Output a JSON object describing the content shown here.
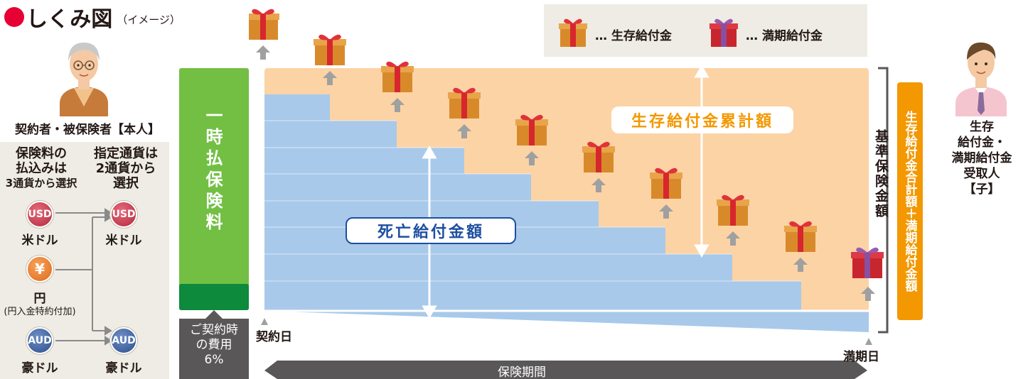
{
  "title": {
    "main": "しくみ図",
    "sub": "（イメージ）"
  },
  "contractor": {
    "label": "契約者・被保険者【本人】",
    "premium_note_lines": [
      "保険料の",
      "払込みは",
      "3通貨から選択"
    ],
    "currency_note_lines": [
      "指定通貨は",
      "2通貨から",
      "選択"
    ]
  },
  "currencies": {
    "usd_code": "USD",
    "usd_name": "米ドル",
    "jpy_symbol": "¥",
    "jpy_name": "円",
    "jpy_note": "(円入金特約付加)",
    "aud_code": "AUD",
    "aud_name": "豪ドル"
  },
  "premium": {
    "label": "一時払保険料",
    "cost_lines": [
      "ご契約時",
      "の費用",
      "6%"
    ]
  },
  "legend": {
    "survival_label": "… 生存給付金",
    "maturity_label": "… 満期給付金"
  },
  "chart": {
    "survival_total_label": "生存給付金累計額",
    "death_benefit_label": "死亡給付金額",
    "contract_day": "契約日",
    "maturity_day": "満期日",
    "period_label": "保険期間",
    "base_amount_label": "基準保険金額",
    "total_label": "生存給付金合計額＋満期給付金額"
  },
  "recipient": {
    "lines": [
      "生存",
      "給付金・",
      "満期給付金",
      "受取人",
      "【子】"
    ]
  },
  "colors": {
    "title_dot": "#e60033",
    "premium_bar": "#72bf44",
    "premium_cost": "#0d8a3c",
    "death_area": "#a8c9ea",
    "survival_area": "#fcd3a5",
    "orange_label": "#f39800",
    "panel_bg": "#eeece4",
    "dark_gray": "#595757"
  }
}
